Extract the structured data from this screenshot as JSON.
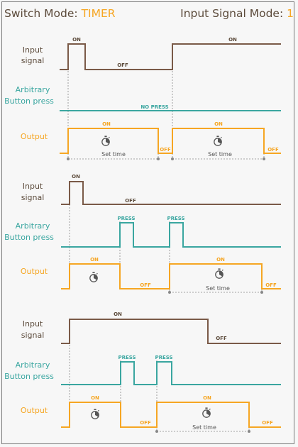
{
  "header": {
    "switch_mode_label": "Switch Mode:",
    "switch_mode_value": "TIMER",
    "input_mode_label": "Input Signal Mode:",
    "input_mode_value": "1"
  },
  "labels": {
    "input_line1": "Input",
    "input_line2": "signal",
    "button_line1": "Arbitrary",
    "button_line2": "Button press",
    "output": "Output"
  },
  "states": {
    "on": "ON",
    "off": "OFF",
    "no_press": "NO PRESS",
    "press": "PRESS",
    "set_time": "Set time"
  },
  "icons": [
    "timer-icon"
  ],
  "colors": {
    "input": "#7a5a48",
    "button": "#3aa6a0",
    "output": "#f6a623",
    "text": "#5b4a3a",
    "guide": "#888888"
  }
}
